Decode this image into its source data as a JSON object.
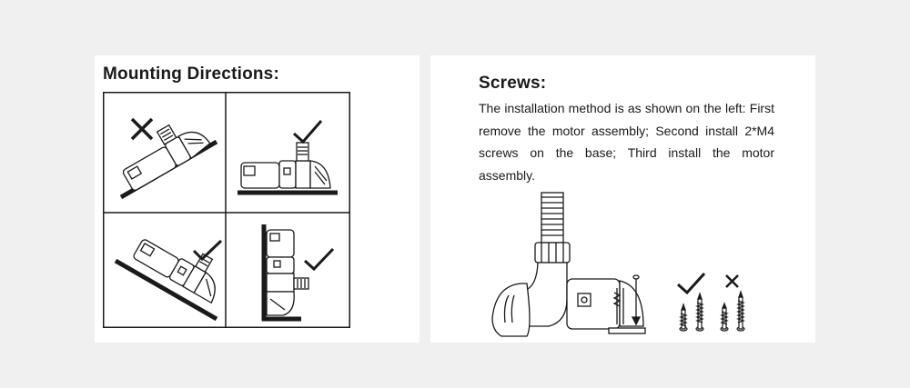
{
  "mounting": {
    "title": "Mounting Directions:",
    "cells": [
      {
        "id": "tilted-left",
        "status": "incorrect",
        "mark": "x-mark-icon"
      },
      {
        "id": "horizontal",
        "status": "correct",
        "mark": "checkmark-icon"
      },
      {
        "id": "tilted-down",
        "status": "correct",
        "mark": "checkmark-icon"
      },
      {
        "id": "vertical-wall",
        "status": "correct",
        "mark": "checkmark-icon"
      }
    ]
  },
  "screws": {
    "title": "Screws:",
    "description": "The installation method is as shown on the left: First remove the motor assembly; Second install 2*M4 screws on the base; Third install the motor assembly.",
    "correct_mark": "checkmark-icon",
    "incorrect_mark": "x-mark-icon"
  },
  "colors": {
    "background": "#f0f0f0",
    "panel": "#ffffff",
    "ink": "#1a1a1a"
  }
}
